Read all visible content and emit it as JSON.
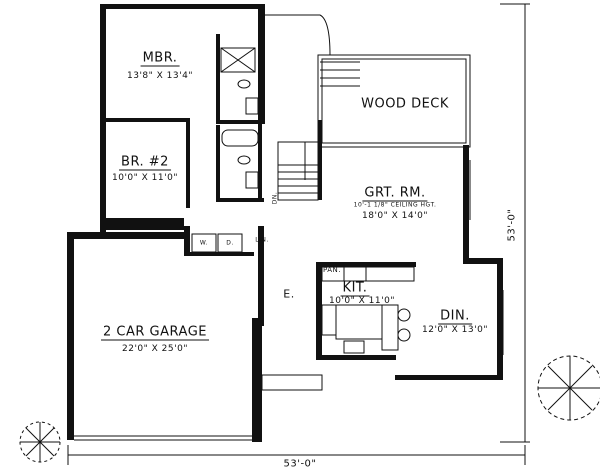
{
  "rooms": {
    "mbr": {
      "name": "MBR.",
      "size": "13'8\" X 13'4\""
    },
    "br2": {
      "name": "BR. #2",
      "size": "10'0\" X 11'0\""
    },
    "deck": {
      "name": "WOOD DECK"
    },
    "great_room": {
      "name": "GRT. RM.",
      "ceiling": "10'-1 1/8\" CEILING HGT.",
      "size": "18'0\" X 14'0\""
    },
    "kitchen": {
      "name": "KIT.",
      "size": "10'0\" X 11'0\""
    },
    "pantry": {
      "name": "PAN."
    },
    "dining": {
      "name": "DIN.",
      "size": "12'0\" X 13'0\""
    },
    "entry": {
      "name": "E."
    },
    "garage": {
      "name": "2 CAR GARAGE",
      "size": "22'0\" X 25'0\""
    },
    "linen": {
      "name": "LIN."
    },
    "washer": {
      "name": "W."
    },
    "dryer": {
      "name": "D."
    },
    "stair": {
      "name": "DN."
    }
  },
  "dimensions": {
    "width": "53'-0\"",
    "depth": "53'-0\""
  },
  "colors": {
    "wall": "#111111",
    "background": "#ffffff"
  }
}
